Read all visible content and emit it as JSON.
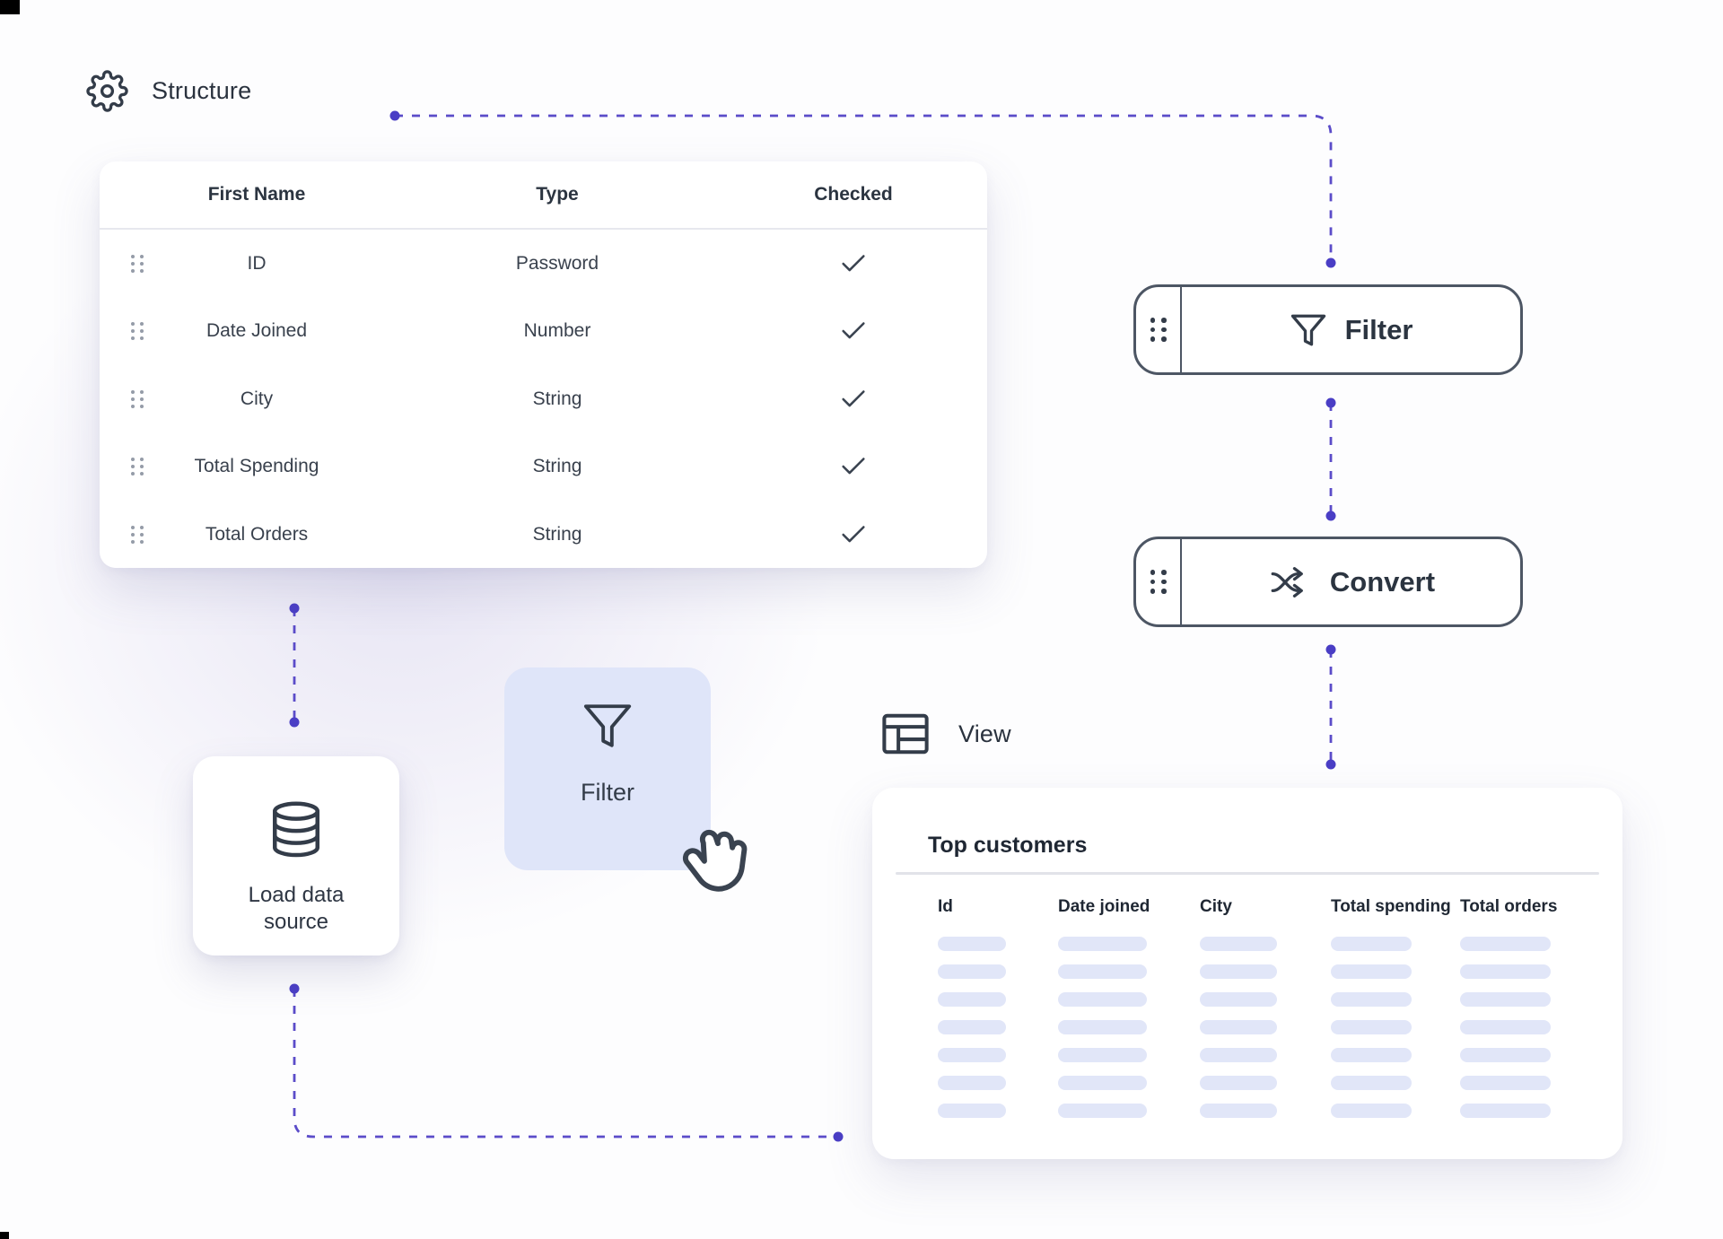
{
  "structure": {
    "label": "Structure"
  },
  "schema_table": {
    "headers": [
      "First Name",
      "Type",
      "Checked"
    ],
    "rows": [
      {
        "name": "ID",
        "type": "Password",
        "checked": true
      },
      {
        "name": "Date Joined",
        "type": "Number",
        "checked": true
      },
      {
        "name": "City",
        "type": "String",
        "checked": true
      },
      {
        "name": "Total Spending",
        "type": "String",
        "checked": true
      },
      {
        "name": "Total Orders",
        "type": "String",
        "checked": true
      }
    ]
  },
  "pipeline": {
    "filter_block": {
      "label": "Filter"
    },
    "convert_block": {
      "label": "Convert"
    }
  },
  "load_card": {
    "label": "Load data source"
  },
  "filter_card": {
    "label": "Filter"
  },
  "view": {
    "label": "View"
  },
  "view_panel": {
    "title": "Top customers",
    "columns": [
      "Id",
      "Date joined",
      "City",
      "Total spending",
      "Total orders"
    ],
    "placeholder_rows": 7
  },
  "colors": {
    "accent_line": "#5b4cc9",
    "accent_dot": "#4a3ec5",
    "block_border": "#4d5664",
    "text": "#2b3440",
    "pill": "#e1e6f8",
    "card_lavender": "#dfe5f9"
  }
}
